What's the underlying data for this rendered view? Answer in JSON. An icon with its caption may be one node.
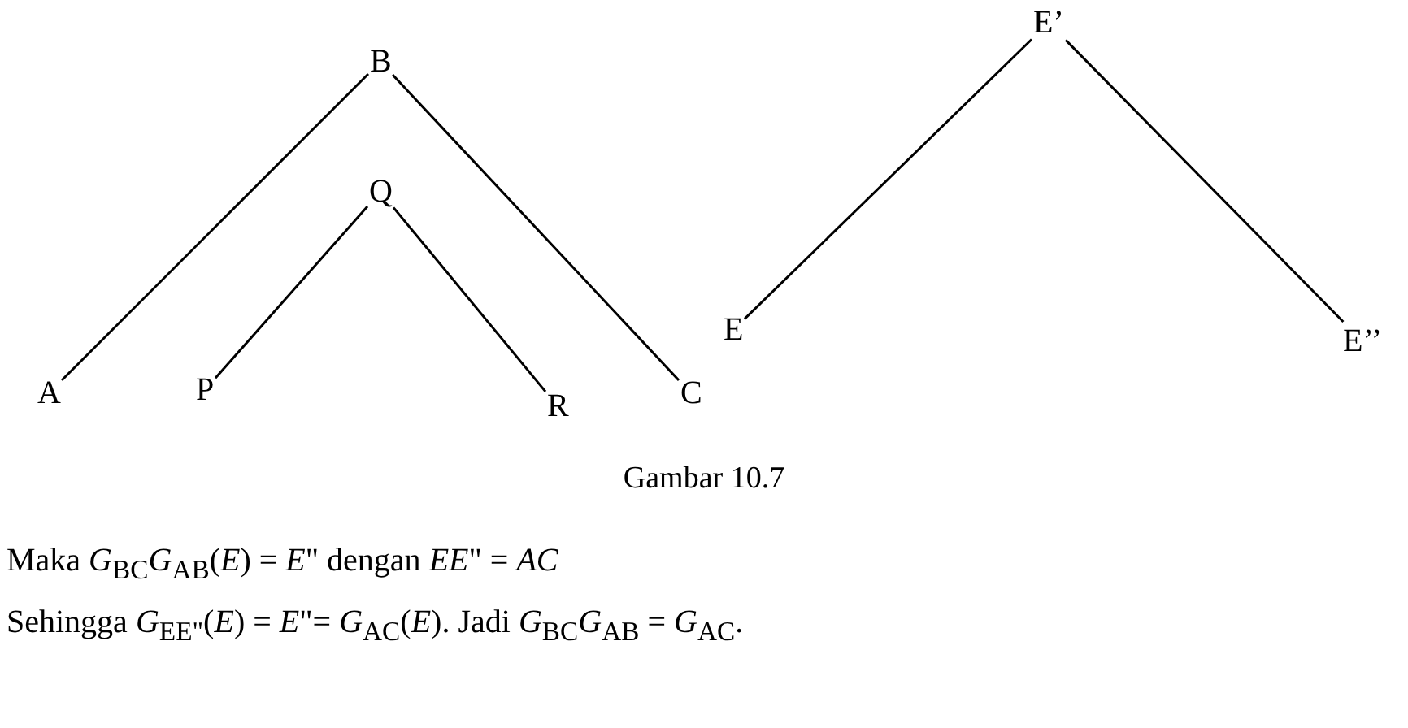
{
  "diagram": {
    "caption": "Gambar 10.7",
    "nodes": [
      {
        "text": [
          "B"
        ]
      },
      {
        "text": [
          "Q"
        ]
      },
      {
        "text": [
          "A"
        ]
      },
      {
        "text": [
          "P"
        ]
      },
      {
        "text": [
          "R"
        ]
      },
      {
        "text": [
          "C"
        ]
      },
      {
        "text": [
          "E’"
        ]
      },
      {
        "text": [
          "E"
        ]
      },
      {
        "text": [
          "E’’"
        ]
      }
    ],
    "edges": [
      {
        "from": 2,
        "to": 0,
        "arrow": "none"
      },
      {
        "from": 0,
        "to": 5,
        "arrow": "none"
      },
      {
        "from": 3,
        "to": 1,
        "arrow": "none"
      },
      {
        "from": 1,
        "to": 4,
        "arrow": "none"
      },
      {
        "from": 7,
        "to": 6,
        "arrow": "none"
      },
      {
        "from": 6,
        "to": 8,
        "arrow": "none"
      }
    ],
    "labels": [
      "Maka *G*$_{BC}$*G*$_{AB}$(*E*) = *E*\" dengan *EE*\" = *AC*",
      "Sehingga *G*$_{EE\"}$(*E*) = *E*\"= *G*$_{AC}$(*E*). Jadi *G*$_{BC}$*G*$_{AB}$ = *G*$_{AC}$."
    ]
  }
}
